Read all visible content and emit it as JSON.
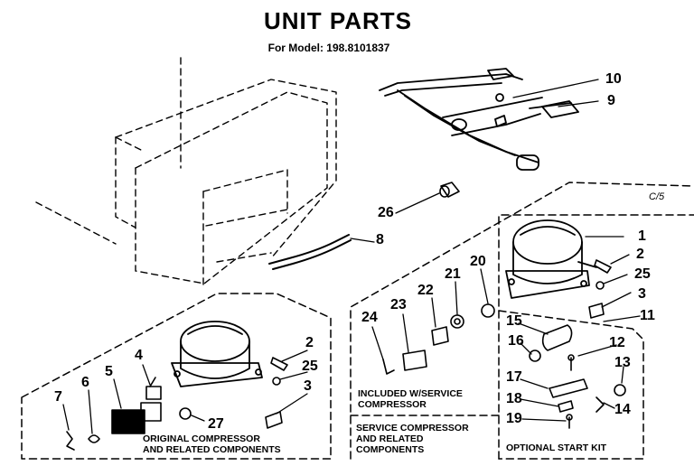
{
  "title": "UNIT PARTS",
  "model_line": "For Model: 198.8101837",
  "corner_note": "C/5",
  "part_numbers": [
    "1",
    "2",
    "3",
    "4",
    "5",
    "6",
    "7",
    "8",
    "9",
    "10",
    "11",
    "12",
    "13",
    "14",
    "15",
    "16",
    "17",
    "18",
    "19",
    "20",
    "21",
    "22",
    "23",
    "24",
    "25",
    "26",
    "27",
    "2",
    "25",
    "3"
  ],
  "captions": {
    "original_1": "ORIGINAL COMPRESSOR",
    "original_2": "AND RELATED COMPONENTS",
    "included_1": "INCLUDED W/SERVICE",
    "included_2": "COMPRESSOR",
    "service_1": "SERVICE COMPRESSOR",
    "service_2": "AND RELATED",
    "service_3": "COMPONENTS",
    "optional": "OPTIONAL START KIT"
  }
}
